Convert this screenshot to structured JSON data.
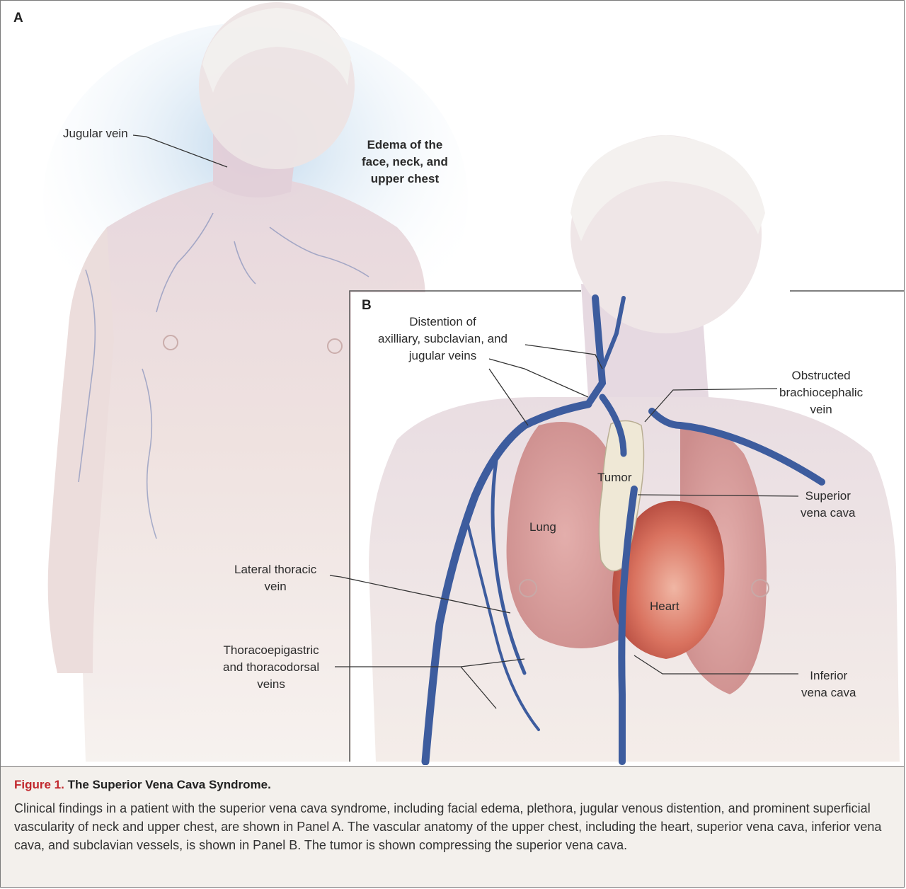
{
  "panel_a": {
    "letter": "A",
    "labels": {
      "jugular_vein": "Jugular vein",
      "edema": "Edema of the\nface, neck, and\nupper chest"
    }
  },
  "panel_b": {
    "letter": "B",
    "labels": {
      "distention": "Distention of\naxilliary, subclavian, and\njugular veins",
      "obstructed": "Obstructed\nbrachiocephalic\nvein",
      "tumor": "Tumor",
      "lung": "Lung",
      "superior_vena_cava": "Superior\nvena cava",
      "lateral_thoracic": "Lateral thoracic\nvein",
      "heart": "Heart",
      "thoracoepigastric": "Thoracoepigastric\nand thoracodorsal\nveins",
      "inferior_vena_cava": "Inferior\nvena cava"
    }
  },
  "caption": {
    "figure_number": "Figure 1.",
    "title": "The Superior Vena Cava Syndrome.",
    "body": "Clinical findings in a patient with the superior vena cava syndrome, including facial edema, plethora, jugular venous distention, and prominent superficial vascularity of neck and upper chest, are shown in Panel A. The vascular anatomy of the upper chest, including the heart, superior vena cava, inferior vena cava, and subclavian vessels, is shown in Panel B. The tumor is shown compressing the superior vena cava."
  },
  "colors": {
    "figure_label_red": "#c1272d",
    "vein_blue": "#3d5c9e",
    "skin": "#efe3de",
    "lung_pink": "#d89a98",
    "heart_red": "#c9574a",
    "tumor_cream": "#efe8d6",
    "caption_bg": "#f3f0ec"
  }
}
